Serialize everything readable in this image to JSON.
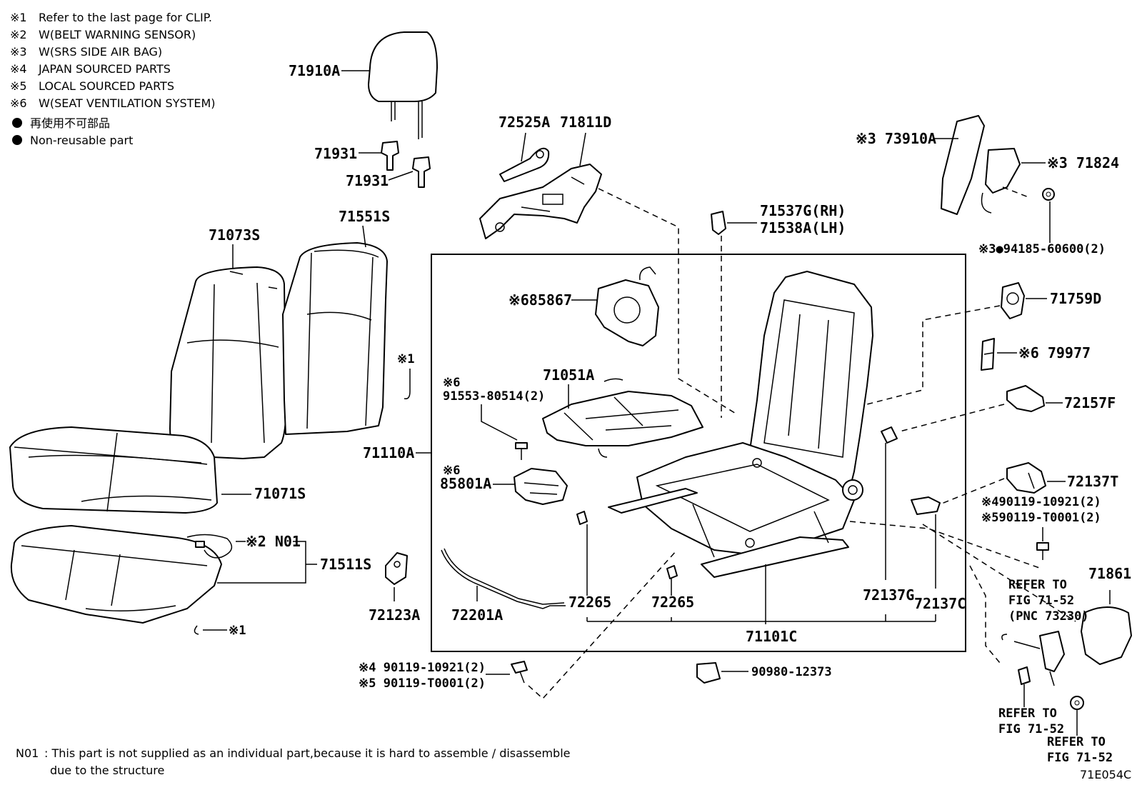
{
  "notes": [
    {
      "mark": "※1",
      "text": "Refer to the last page for CLIP."
    },
    {
      "mark": "※2",
      "text": "W(BELT WARNING SENSOR)"
    },
    {
      "mark": "※3",
      "text": "W(SRS SIDE AIR BAG)"
    },
    {
      "mark": "※4",
      "text": "JAPAN SOURCED PARTS"
    },
    {
      "mark": "※5",
      "text": "LOCAL SOURCED PARTS"
    },
    {
      "mark": "※6",
      "text": "W(SEAT VENTILATION SYSTEM)"
    }
  ],
  "legend": [
    {
      "symbol": "filled-circle",
      "text": "再使用不可部品"
    },
    {
      "symbol": "filled-circle",
      "text": "Non-reusable part"
    }
  ],
  "footnote": {
    "code": "N01",
    "line1": ": This part is not supplied as an individual part,because it is hard to assemble / disassemble",
    "line2": "due to the structure"
  },
  "figure_code": "71E054C",
  "labels": {
    "p71910A": "71910A",
    "p71931a": "71931",
    "p71931b": "71931",
    "p72525A": "72525A",
    "p71811D": "71811D",
    "p73910A": "※3 73910A",
    "p71824": "※3 71824",
    "p94185": "※3●94185-60600(2)",
    "p71537G": "71537G(RH)",
    "p71538A": "71538A(LH)",
    "p71073S": "71073S",
    "p71551S": "71551S",
    "p85867": "※685867",
    "p71759D": "71759D",
    "p79977": "※6 79977",
    "clip1a": "※1",
    "p91553mark": "※6",
    "p91553": "91553-80514(2)",
    "p71051A": "71051A",
    "p72157F": "72157F",
    "p71110A": "71110A",
    "p85801Amark": "※6",
    "p85801A": "85801A",
    "p71071S": "71071S",
    "p72137T": "72137T",
    "p90119a": "※490119-10921(2)",
    "p90119b": "※590119-T0001(2)",
    "pN01": "※2 N01",
    "p71511S": "71511S",
    "p72123A": "72123A",
    "p72201A": "72201A",
    "p72265a": "72265",
    "p72265b": "72265",
    "p72137G": "72137G",
    "p72137C": "72137C",
    "p71101C": "71101C",
    "p71861": "71861",
    "refer1a": "REFER TO",
    "refer1b": "FIG 71-52",
    "refer1c": "(PNC 73230)",
    "clip1b": "※1",
    "p90119c": "※4 90119-10921(2)",
    "p90119d": "※5 90119-T0001(2)",
    "p90980": "90980-12373",
    "refer2a": "REFER TO",
    "refer2b": "FIG 71-52",
    "refer3a": "REFER TO",
    "refer3b": "FIG 71-52"
  },
  "icons": [
    "headrest",
    "headrest-support",
    "recliner-cover",
    "seat-back-cover",
    "seat-cushion-pad",
    "seat-frame",
    "side-airbag",
    "wire-harness",
    "bolt",
    "clip",
    "bracket"
  ]
}
